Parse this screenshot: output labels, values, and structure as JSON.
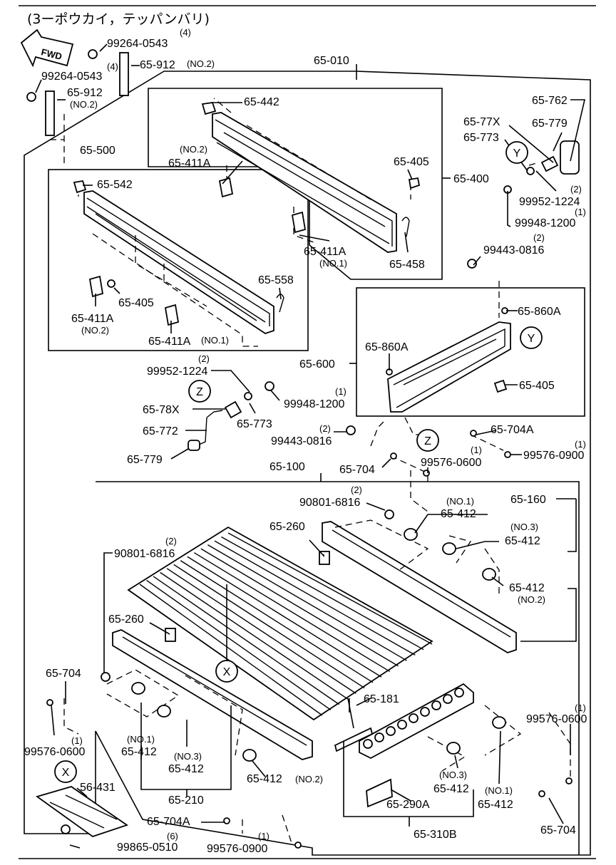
{
  "title": "(3ーポウカイ，テッパンバリ)",
  "fwd": "FWD",
  "markers": {
    "x": "X",
    "y": "Y",
    "z": "Z"
  },
  "labels": [
    "65-010",
    "99264-0543",
    "(4)",
    "65-912",
    "(NO.2)",
    "65-500",
    "65-542",
    "65-405",
    "65-411A",
    "(NO.1)",
    "65-558",
    "65-442",
    "65-400",
    "65-458",
    "65-762",
    "65-77X",
    "65-779",
    "65-773",
    "99952-1224",
    "(2)",
    "99948-1200",
    "(1)",
    "99443-0816",
    "65-600",
    "65-860A",
    "65-78X",
    "65-772",
    "65-704A",
    "99576-0900",
    "99576-0600",
    "65-704",
    "65-100",
    "90801-6816",
    "65-412",
    "(NO.3)",
    "65-160",
    "65-260",
    "65-181",
    "65-210",
    "65-290A",
    "65-310B",
    "56-431",
    "99865-0510",
    "(6)"
  ]
}
